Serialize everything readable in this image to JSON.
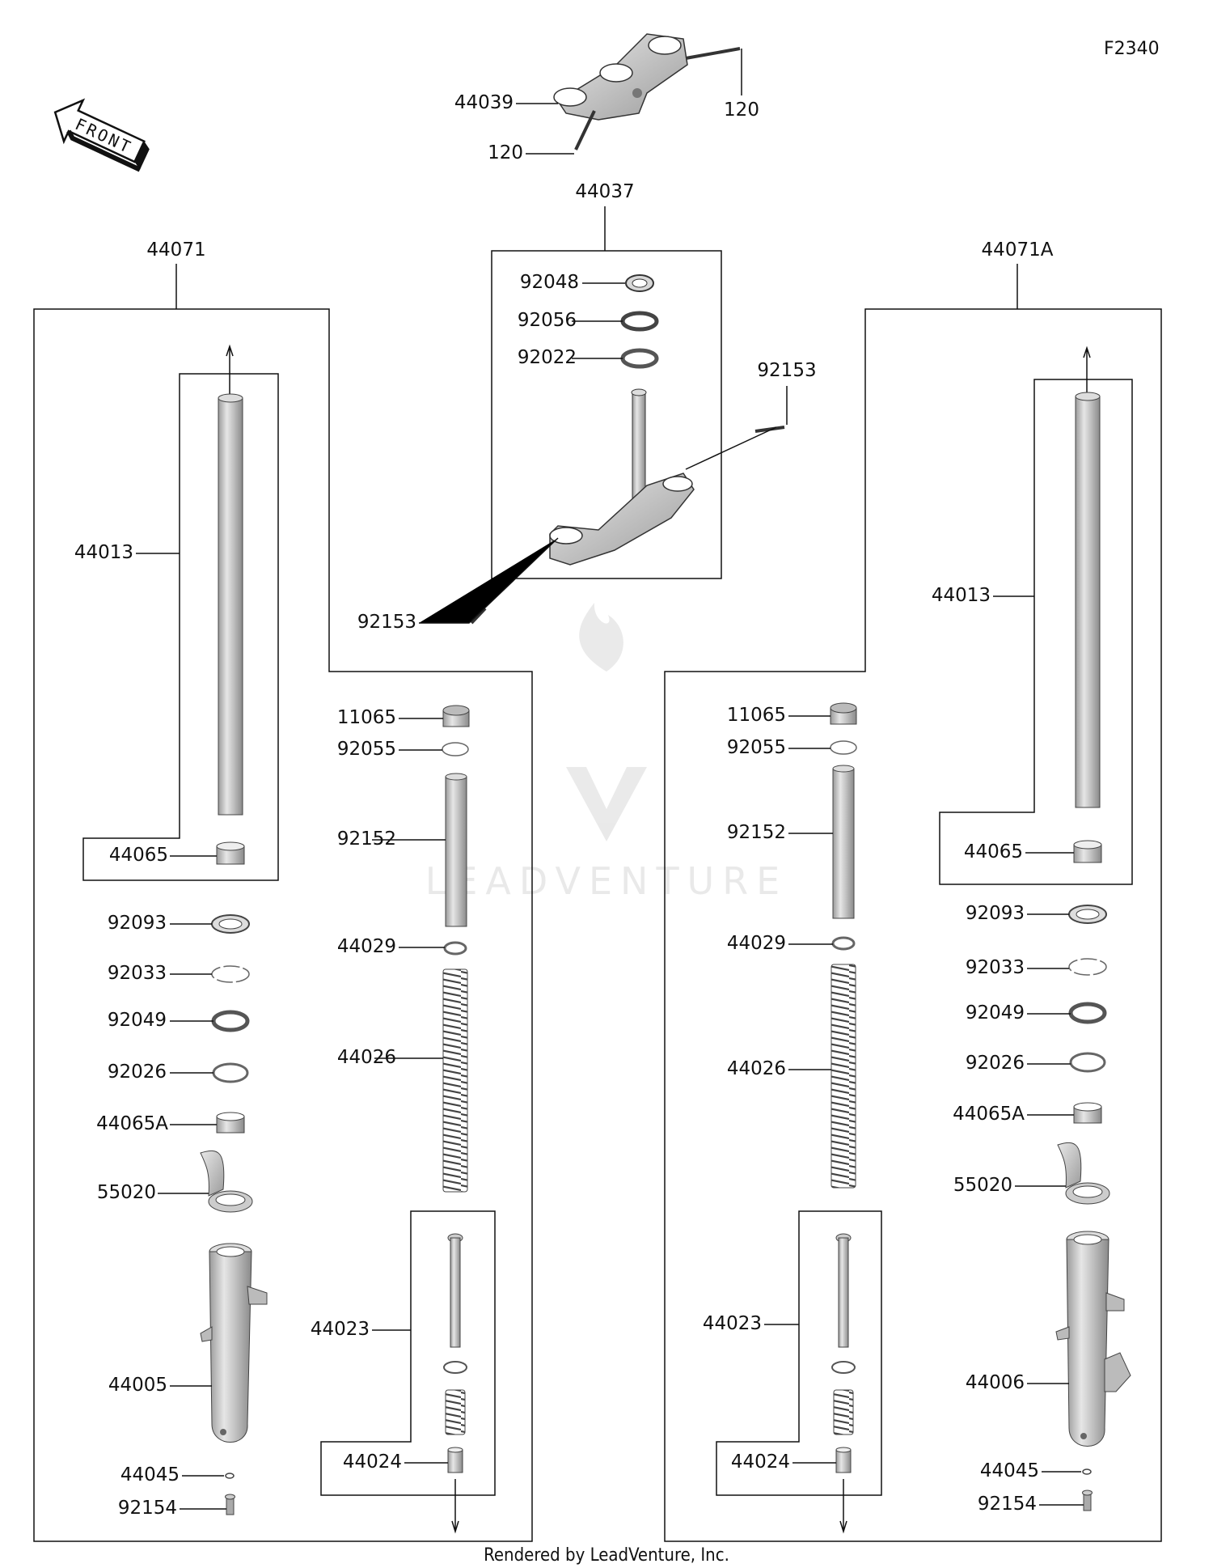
{
  "figure_code": "F2340",
  "front_arrow_label": "FRONT",
  "watermark": "LEADVENTURE",
  "footer": "Rendered by LeadVenture, Inc.",
  "parts": {
    "p44039": "44039",
    "p120a": "120",
    "p120b": "120",
    "p44037": "44037",
    "p44071": "44071",
    "p44071A": "44071A",
    "c92048": "92048",
    "c92056": "92056",
    "c92022": "92022",
    "c92153r": "92153",
    "c92153l": "92153",
    "l44013": "44013",
    "l44065": "44065",
    "l92093": "92093",
    "l92033": "92033",
    "l92049": "92049",
    "l92026": "92026",
    "l44065A": "44065A",
    "l55020": "55020",
    "l44005": "44005",
    "l44045": "44045",
    "l92154": "92154",
    "l11065": "11065",
    "l92055": "92055",
    "l92152": "92152",
    "l44029": "44029",
    "l44026": "44026",
    "l44023": "44023",
    "l44024": "44024",
    "r44013": "44013",
    "r44065": "44065",
    "r92093": "92093",
    "r92033": "92033",
    "r92049": "92049",
    "r92026": "92026",
    "r44065A": "44065A",
    "r55020": "55020",
    "r44006": "44006",
    "r44045": "44045",
    "r92154": "92154",
    "r11065": "11065",
    "r92055": "92055",
    "r92152": "92152",
    "r44029": "44029",
    "r44026": "44026",
    "r44023": "44023",
    "r44024": "44024"
  }
}
